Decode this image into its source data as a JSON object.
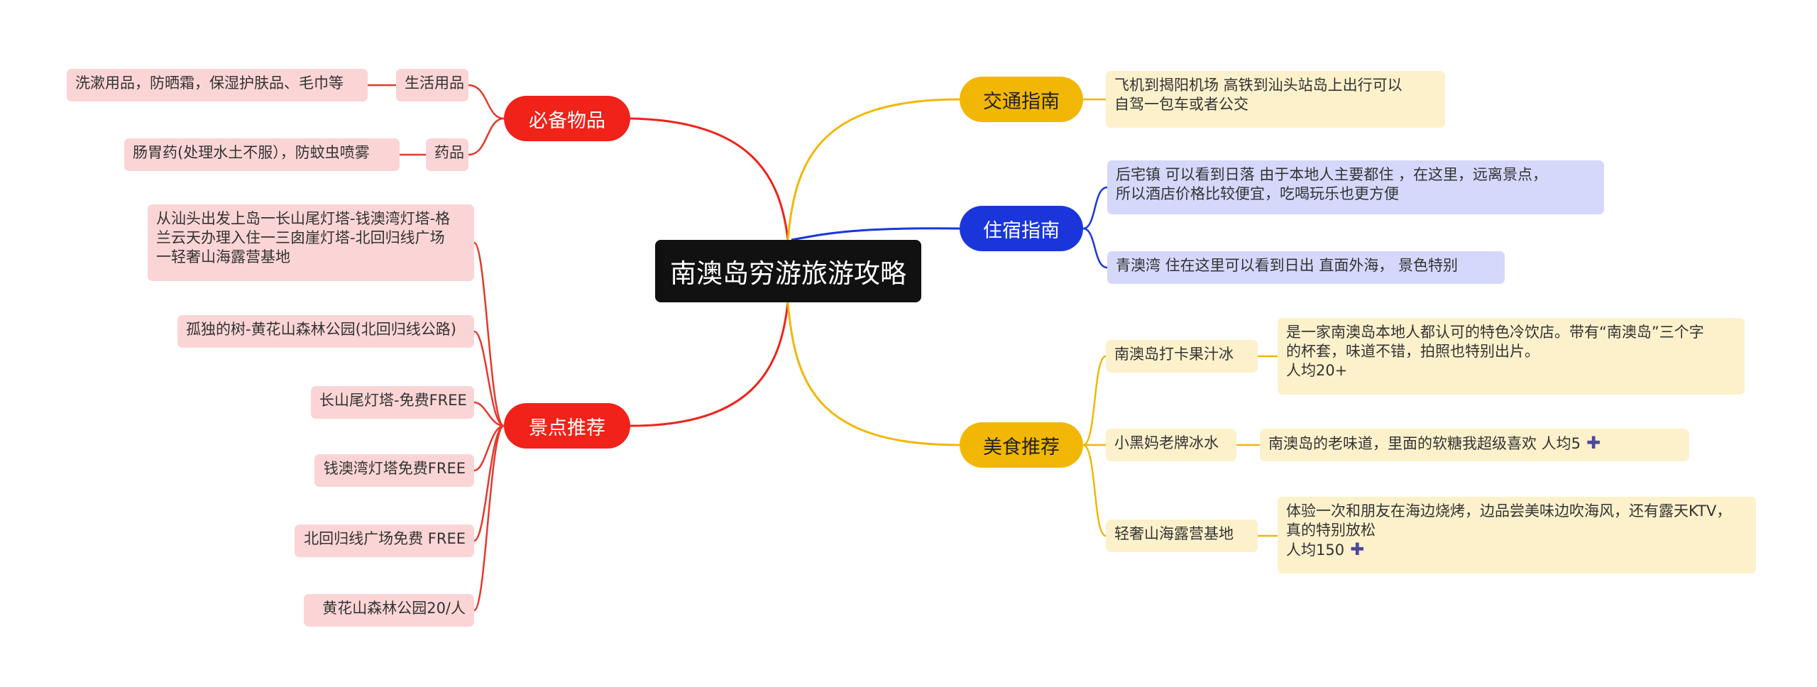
{
  "root": {
    "title": "南澳岛穷游旅游攻略"
  },
  "branches": {
    "essentials": {
      "title": "必备物品",
      "daily": {
        "label": "生活用品",
        "detail": "洗漱用品，防晒霜，保湿护肤品、毛巾等"
      },
      "medicine": {
        "label": "药品",
        "detail": "肠胃药(处理水土不服），防蚊虫喷雾"
      }
    },
    "attractions": {
      "title": "景点推荐",
      "items": [
        "从汕头出发上岛一长山尾灯塔-钱澳湾灯塔-格\n兰云天办理入住一三囱崖灯塔-北回归线广场\n一轻奢山海露营基地",
        "孤独的树-黄花山森林公园(北回归线公路)",
        "长山尾灯塔-免费FREE",
        "钱澳湾灯塔免费FREE",
        "北回归线广场免费 FREE",
        " 黄花山森林公园20/人"
      ]
    },
    "transport": {
      "title": "交通指南",
      "detail": "飞机到揭阳机场  高铁到汕头站岛上出行可以\n自驾一包车或者公交"
    },
    "lodging": {
      "title": "住宿指南",
      "items": [
        " 后宅镇    可以看到日落 由于本地人主要都住 ，在这里，远离景点，\n所以酒店价格比较便宜，吃喝玩乐也更方便",
        "青澳湾    住在这里可以看到日出 直面外海，  景色特别"
      ]
    },
    "food": {
      "title": "美食推荐",
      "items": [
        {
          "label": "南澳岛打卡果汁冰",
          "detail": "是一家南澳岛本地人都认可的特色冷饮店。带有“南澳岛”三个字\n的杯套，味道不错，拍照也特别出片。\n人均20+"
        },
        {
          "label": "小黑妈老牌冰水",
          "detail": "南澳岛的老味道，里面的软糖我超级喜欢    人均5"
        },
        {
          "label": "轻奢山海露营基地",
          "detail": "体验一次和朋友在海边烧烤，边品尝美味边吹海风，还有露天KTV，\n真的特别放松\n人均150"
        }
      ]
    }
  },
  "colors": {
    "red": "#f0221a",
    "yellow": "#f2b705",
    "blue": "#1a36db",
    "pink": "#fbd5d5",
    "lightyellow": "#fdf1cc",
    "lightblue": "#d5d8fb"
  },
  "icons": {
    "expand": "plus-icon"
  }
}
